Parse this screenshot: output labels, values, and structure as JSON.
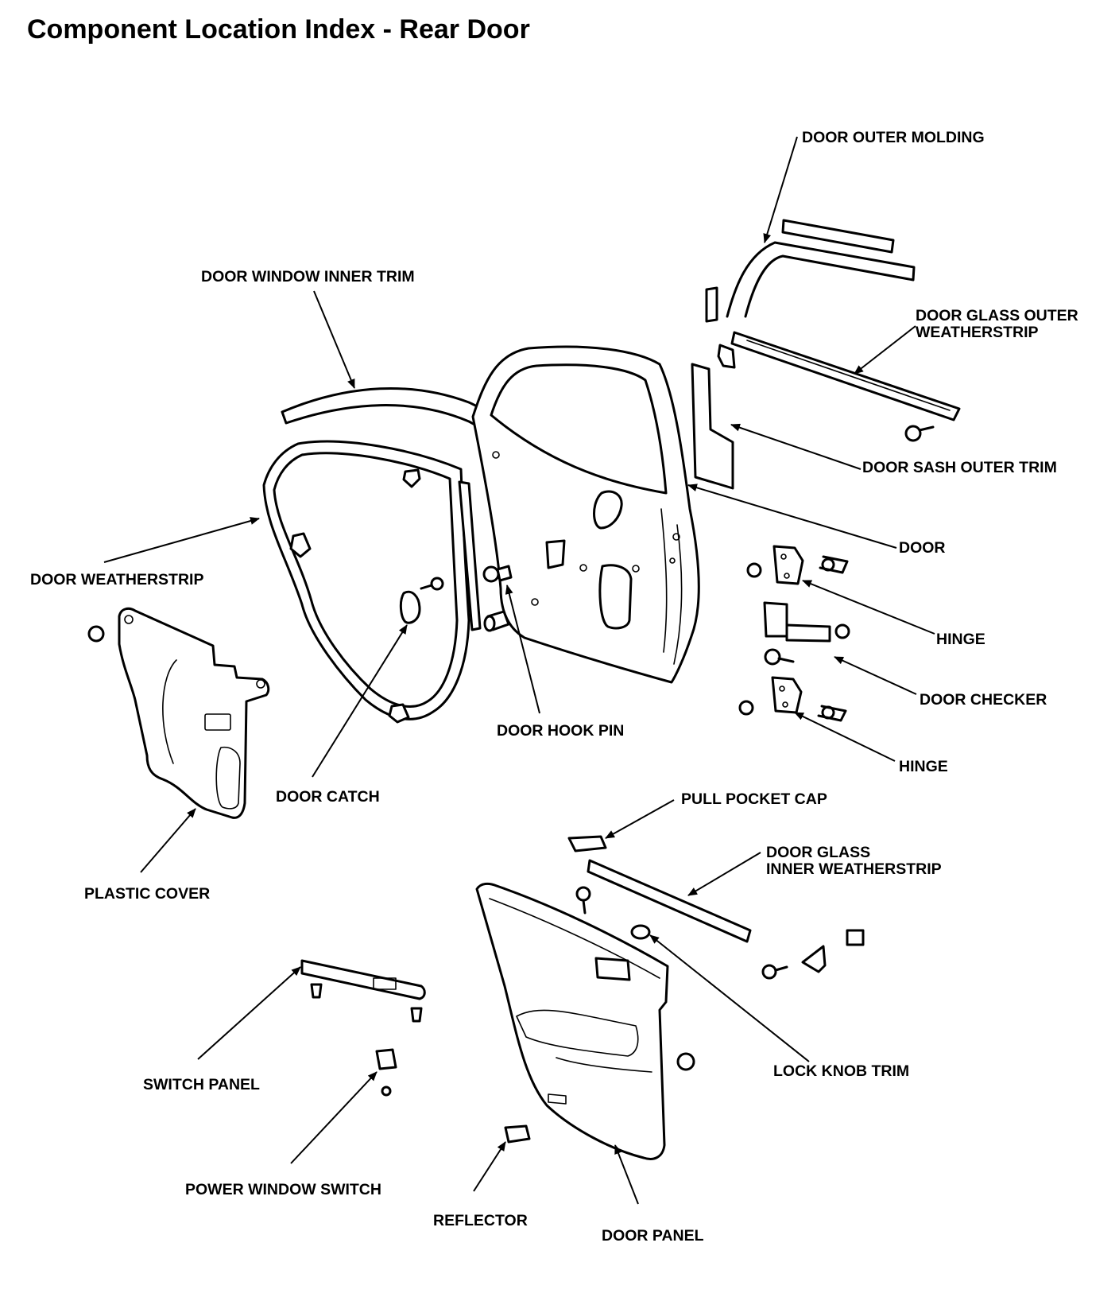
{
  "title": "Component Location Index - Rear Door",
  "labels": {
    "door_outer_molding": "DOOR OUTER MOLDING",
    "door_window_inner_trim": "DOOR WINDOW INNER TRIM",
    "door_glass_outer_weatherstrip_1": "DOOR GLASS OUTER",
    "door_glass_outer_weatherstrip_2": "WEATHERSTRIP",
    "door_sash_outer_trim": "DOOR SASH OUTER TRIM",
    "door": "DOOR",
    "door_weatherstrip": "DOOR WEATHERSTRIP",
    "hinge_upper": "HINGE",
    "door_checker": "DOOR CHECKER",
    "hinge_lower": "HINGE",
    "door_hook_pin": "DOOR HOOK PIN",
    "door_catch": "DOOR CATCH",
    "pull_pocket_cap": "PULL POCKET CAP",
    "door_glass_inner_weatherstrip_1": "DOOR GLASS",
    "door_glass_inner_weatherstrip_2": "INNER WEATHERSTRIP",
    "plastic_cover": "PLASTIC COVER",
    "switch_panel": "SWITCH PANEL",
    "lock_knob_trim": "LOCK KNOB TRIM",
    "power_window_switch": "POWER WINDOW SWITCH",
    "reflector": "REFLECTOR",
    "door_panel": "DOOR PANEL"
  }
}
